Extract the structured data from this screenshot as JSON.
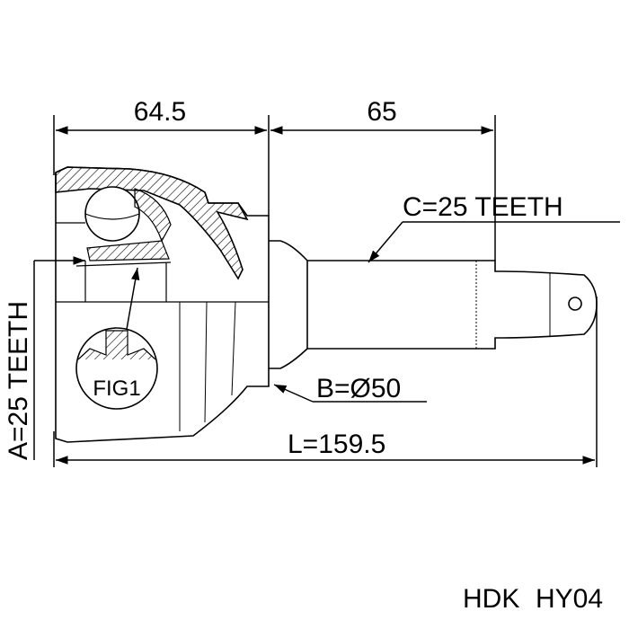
{
  "dimensions": {
    "housing_length": "64.5",
    "shaft_length": "65",
    "spline_c": "C=25 TEETH",
    "spline_a": "A=25 TEETH",
    "diameter_b": "B=Ø50",
    "total_length": "L=159.5"
  },
  "callout": {
    "figure_label": "FIG1"
  },
  "part": {
    "brand": "HDK",
    "part_number": "HY04"
  },
  "colors": {
    "line": "#000000",
    "background": "#ffffff"
  }
}
